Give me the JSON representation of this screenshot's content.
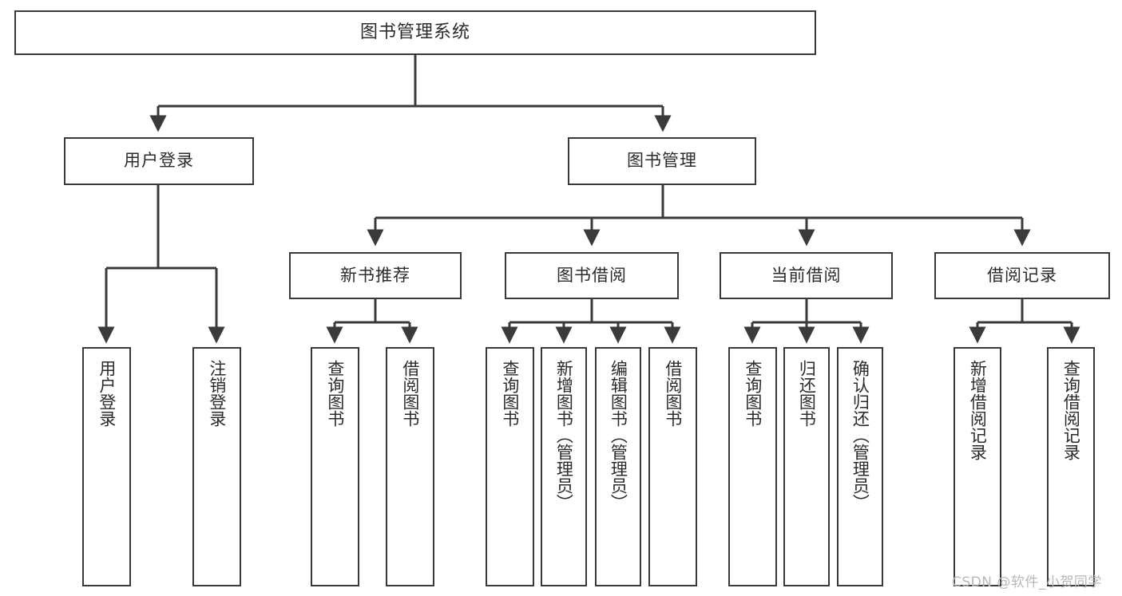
{
  "diagram": {
    "type": "tree",
    "title": "图书管理系统",
    "background_color": "#ffffff",
    "stroke_color": "#3a3a3a",
    "text_color": "#2b2b2b",
    "watermark": "CSDN @软件_小贺同学",
    "nodes": {
      "root": {
        "label": "图书管理系统"
      },
      "level2": [
        {
          "label": "用户登录"
        },
        {
          "label": "图书管理"
        }
      ],
      "level3": [
        {
          "label": "新书推荐"
        },
        {
          "label": "图书借阅"
        },
        {
          "label": "当前借阅"
        },
        {
          "label": "借阅记录"
        }
      ],
      "leaves": {
        "user_login": [
          {
            "label": "用户登录"
          },
          {
            "label": "注销登录"
          }
        ],
        "new_book": [
          {
            "label": "查询图书"
          },
          {
            "label": "借阅图书"
          }
        ],
        "book_borrow": [
          {
            "label": "查询图书"
          },
          {
            "label": "新增图书（管理员）"
          },
          {
            "label": "编辑图书（管理员）"
          },
          {
            "label": "借阅图书"
          }
        ],
        "current_borrow": [
          {
            "label": "查询图书"
          },
          {
            "label": "归还图书"
          },
          {
            "label": "确认归还（管理员）"
          }
        ],
        "borrow_record": [
          {
            "label": "新增借阅记录"
          },
          {
            "label": "查询借阅记录"
          }
        ]
      }
    }
  }
}
